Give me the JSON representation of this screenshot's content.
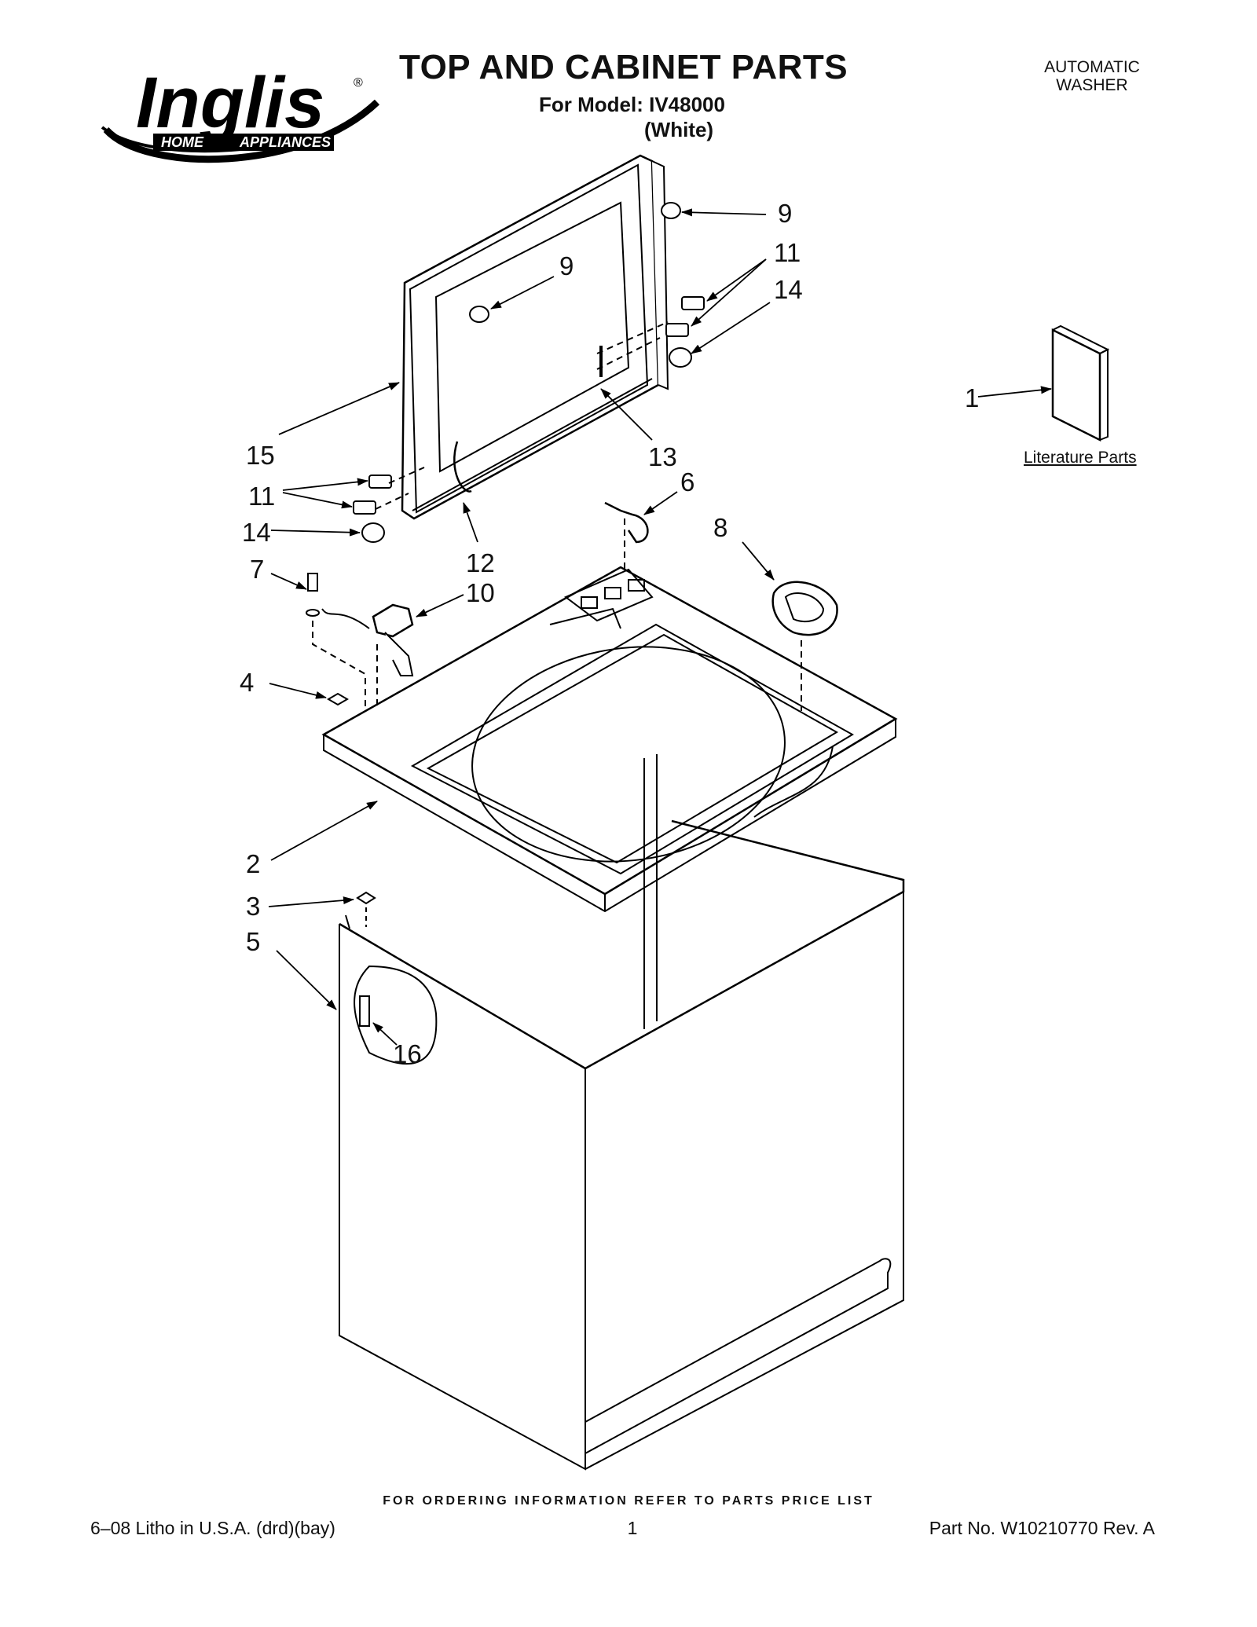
{
  "brand": {
    "name": "Inglis",
    "registered": "®",
    "tagline_left": "HOME",
    "tagline_right": "APPLIANCES"
  },
  "header": {
    "title": "TOP AND CABINET PARTS",
    "model_line": "For Model: IV48000",
    "color_line": "(White)",
    "machine_type_line1": "AUTOMATIC",
    "machine_type_line2": "WASHER"
  },
  "literature_label": "Literature Parts",
  "callouts": [
    {
      "id": "c9a",
      "text": "9"
    },
    {
      "id": "c11a",
      "text": "11"
    },
    {
      "id": "c14a",
      "text": "14"
    },
    {
      "id": "c9b",
      "text": "9"
    },
    {
      "id": "c1",
      "text": "1"
    },
    {
      "id": "c15",
      "text": "15"
    },
    {
      "id": "c13",
      "text": "13"
    },
    {
      "id": "c6",
      "text": "6"
    },
    {
      "id": "c11b",
      "text": "11"
    },
    {
      "id": "c8",
      "text": "8"
    },
    {
      "id": "c14b",
      "text": "14"
    },
    {
      "id": "c12",
      "text": "12"
    },
    {
      "id": "c7",
      "text": "7"
    },
    {
      "id": "c10",
      "text": "10"
    },
    {
      "id": "c4",
      "text": "4"
    },
    {
      "id": "c2",
      "text": "2"
    },
    {
      "id": "c3",
      "text": "3"
    },
    {
      "id": "c5",
      "text": "5"
    },
    {
      "id": "c16",
      "text": "16"
    }
  ],
  "footer": {
    "order_note": "FOR ORDERING INFORMATION REFER TO PARTS PRICE LIST",
    "litho": "6–08 Litho in U.S.A. (drd)(bay)",
    "page": "1",
    "part_no": "Part No. W10210770 Rev. A"
  }
}
